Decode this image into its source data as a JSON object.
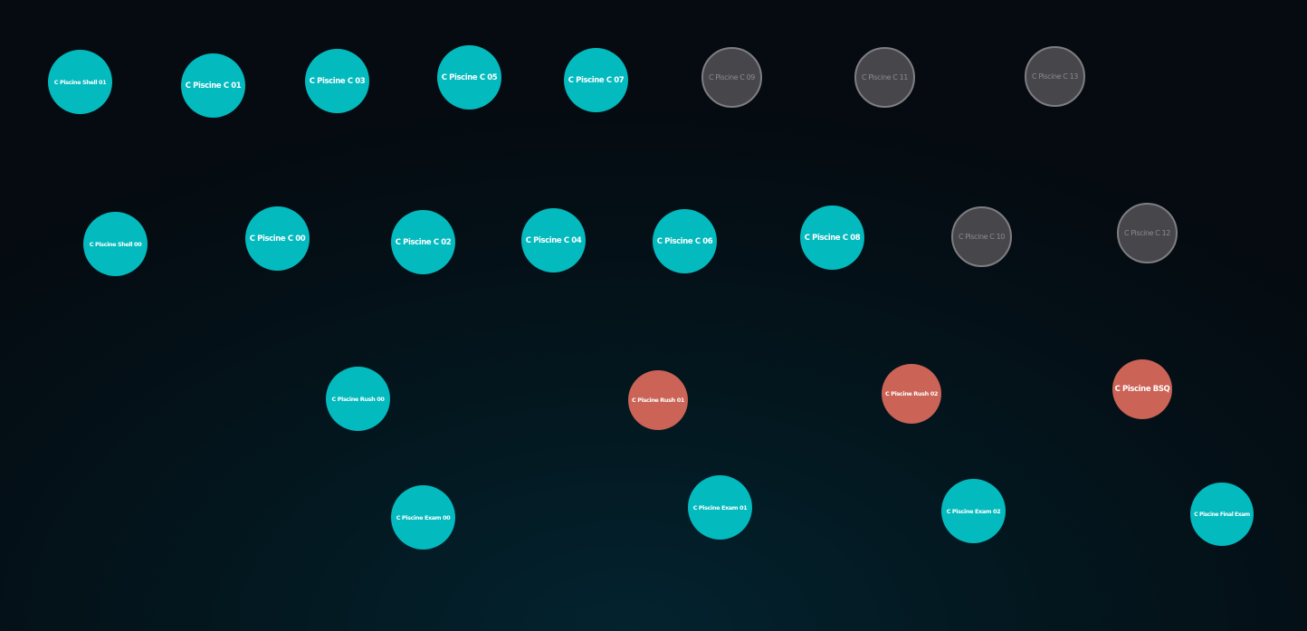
{
  "colors": {
    "validated": "#03babf",
    "failed": "#cb6356",
    "locked": "#47474b",
    "background": "#041219"
  },
  "nodes": [
    {
      "label": "C Piscine Shell 01",
      "status": "validated"
    },
    {
      "label": "C Piscine C 01",
      "status": "validated"
    },
    {
      "label": "C Piscine C 03",
      "status": "validated"
    },
    {
      "label": "C Piscine C 05",
      "status": "validated"
    },
    {
      "label": "C Piscine C 07",
      "status": "validated"
    },
    {
      "label": "C Piscine C 09",
      "status": "locked"
    },
    {
      "label": "C Piscine C 11",
      "status": "locked"
    },
    {
      "label": "C Piscine C 13",
      "status": "locked"
    },
    {
      "label": "C Piscine Shell 00",
      "status": "validated"
    },
    {
      "label": "C Piscine C 00",
      "status": "validated"
    },
    {
      "label": "C Piscine C 02",
      "status": "validated"
    },
    {
      "label": "C Piscine C 04",
      "status": "validated"
    },
    {
      "label": "C Piscine C 06",
      "status": "validated"
    },
    {
      "label": "C Piscine C 08",
      "status": "validated"
    },
    {
      "label": "C Piscine C 10",
      "status": "locked"
    },
    {
      "label": "C Piscine C 12",
      "status": "locked"
    },
    {
      "label": "C Piscine Rush 00",
      "status": "validated"
    },
    {
      "label": "C Piscine Rush 01",
      "status": "failed"
    },
    {
      "label": "C Piscine Rush 02",
      "status": "failed"
    },
    {
      "label": "C Piscine BSQ",
      "status": "failed"
    },
    {
      "label": "C Piscine Exam 00",
      "status": "validated"
    },
    {
      "label": "C Piscine Exam 01",
      "status": "validated"
    },
    {
      "label": "C Piscine Exam 02",
      "status": "validated"
    },
    {
      "label": "C Piscine Final Exam",
      "status": "validated"
    }
  ]
}
